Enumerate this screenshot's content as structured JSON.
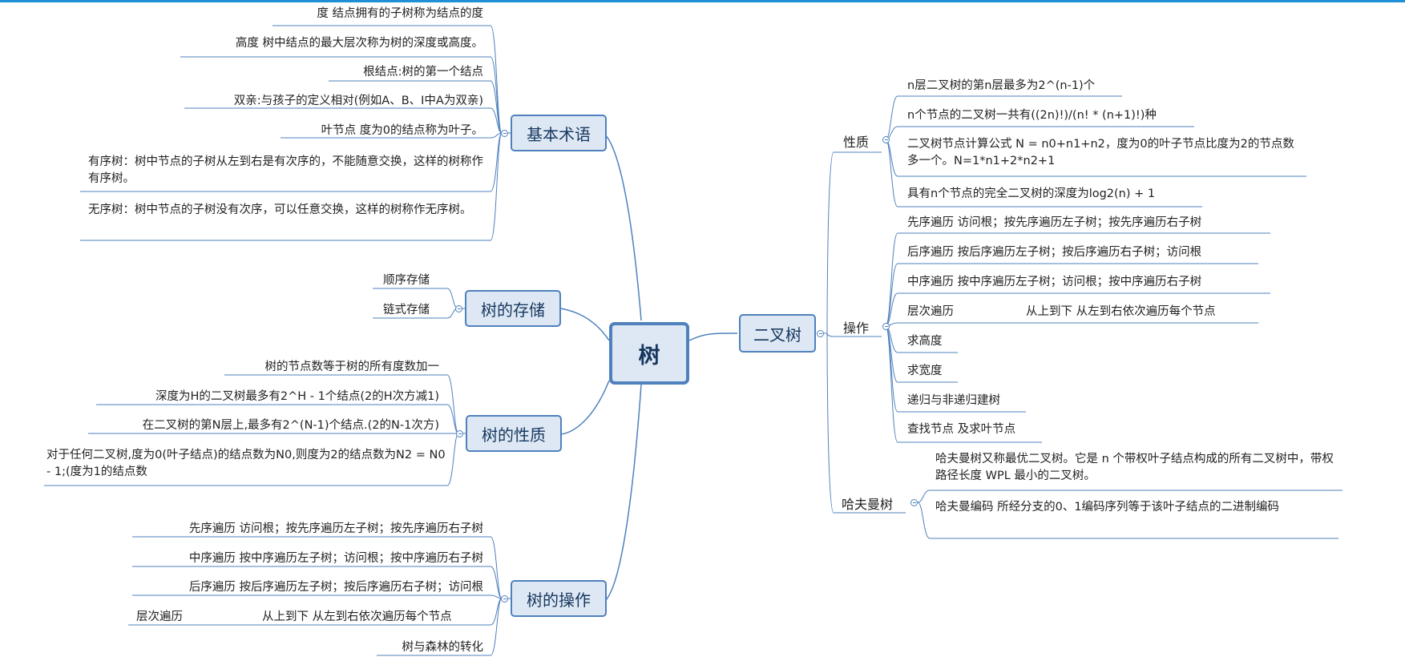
{
  "root": {
    "label": "树"
  },
  "basic_terms": {
    "label": "基本术语",
    "items": [
      "度  结点拥有的子树称为结点的度",
      "高度  树中结点的最大层次称为树的深度或高度。",
      "根结点:树的第一个结点",
      "双亲:与孩子的定义相对(例如A、B、I中A为双亲)",
      "叶节点 度为0的结点称为叶子。",
      "有序树：树中节点的子树从左到右是有次序的，不能随意交换，这样的树称作有序树。",
      "无序树：树中节点的子树没有次序，可以任意交换，这样的树称作无序树。"
    ]
  },
  "storage": {
    "label": "树的存储",
    "items": [
      "顺序存储",
      "链式存储"
    ]
  },
  "properties": {
    "label": "树的性质",
    "items": [
      "树的节点数等于树的所有度数加一",
      "深度为H的二叉树最多有2^H - 1个结点(2的H次方减1)",
      "在二叉树的第N层上,最多有2^(N-1)个结点.(2的N-1次方)",
      "对于任何二叉树,度为0(叶子结点)的结点数为N0,则度为2的结点数为N2 = N0 - 1;(度为1的结点数"
    ]
  },
  "operations": {
    "label": "树的操作",
    "items": [
      "先序遍历 访问根；按先序遍历左子树；按先序遍历右子树",
      "中序遍历 按中序遍历左子树；访问根；按中序遍历右子树",
      "后序遍历 按后序遍历左子树；按后序遍历右子树；访问根",
      {
        "name": "层次遍历",
        "desc": "从上到下 从左到右依次遍历每个节点"
      },
      "树与森林的转化"
    ]
  },
  "binary_tree": {
    "label": "二叉树",
    "properties": {
      "label": "性质",
      "items": [
        "n层二叉树的第n层最多为2^(n-1)个",
        "n个节点的二叉树一共有((2n)!)/(n! * (n+1)!)种",
        "二叉树节点计算公式 N = n0+n1+n2，度为0的叶子节点比度为2的节点数多一个。N=1*n1+2*n2+1",
        "具有n个节点的完全二叉树的深度为log2(n) + 1"
      ]
    },
    "operations": {
      "label": "操作",
      "items": [
        "先序遍历    访问根；按先序遍历左子树；按先序遍历右子树",
        "后序遍历   按后序遍历左子树；按后序遍历右子树；访问根",
        "中序遍历    按中序遍历左子树；访问根；按中序遍历右子树",
        {
          "name": "层次遍历",
          "desc": "从上到下 从左到右依次遍历每个节点"
        },
        "求高度",
        "求宽度",
        "递归与非递归建树",
        "查找节点 及求叶节点"
      ]
    },
    "huffman": {
      "label": "哈夫曼树",
      "items": [
        "哈夫曼树又称最优二叉树。它是 n 个带权叶子结点构成的所有二叉树中，带权路径长度 WPL 最小的二叉树。",
        "哈夫曼编码   所经分支的0、1编码序列等于该叶子结点的二进制编码"
      ]
    }
  },
  "colors": {
    "line": "#4f81bd",
    "node_fill": "#dde8f4",
    "node_text": "#17375e",
    "top_bar": "#1f8fd6"
  }
}
